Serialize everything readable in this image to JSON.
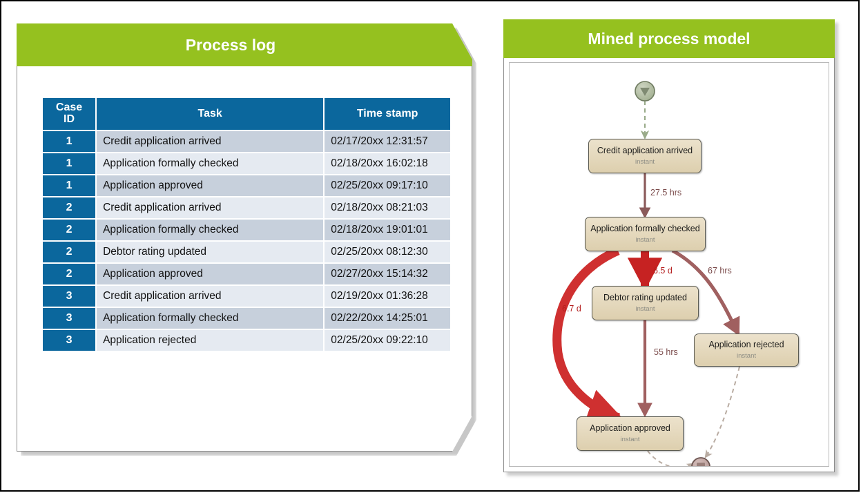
{
  "figure": {
    "left_panel": {
      "title": "Process log",
      "header_color": "#95c11f",
      "table": {
        "columns": [
          "Case ID",
          "Task",
          "Time stamp"
        ],
        "column_case_line1": "Case",
        "column_case_line2": "ID",
        "column_task": "Task",
        "column_timestamp": "Time stamp",
        "header_color": "#0b679d",
        "rows": [
          {
            "case": "1",
            "task": "Credit application  arrived",
            "timestamp": "02/17/20xx 12:31:57"
          },
          {
            "case": "1",
            "task": "Application  formally checked",
            "timestamp": "02/18/20xx 16:02:18"
          },
          {
            "case": "1",
            "task": "Application  approved",
            "timestamp": "02/25/20xx 09:17:10"
          },
          {
            "case": "2",
            "task": "Credit application  arrived",
            "timestamp": "02/18/20xx 08:21:03"
          },
          {
            "case": "2",
            "task": "Application  formally checked",
            "timestamp": "02/18/20xx 19:01:01"
          },
          {
            "case": "2",
            "task": "Debtor rating updated",
            "timestamp": "02/25/20xx 08:12:30"
          },
          {
            "case": "2",
            "task": "Application  approved",
            "timestamp": "02/27/20xx 15:14:32"
          },
          {
            "case": "3",
            "task": "Credit application  arrived",
            "timestamp": "02/19/20xx 01:36:28"
          },
          {
            "case": "3",
            "task": "Application  formally checked",
            "timestamp": "02/22/20xx 14:25:01"
          },
          {
            "case": "3",
            "task": "Application  rejected",
            "timestamp": "02/25/20xx 09:22:10"
          }
        ]
      }
    },
    "right_panel": {
      "title": "Mined process model",
      "header_color": "#95c11f",
      "start_node": "start-event",
      "end_node": "end-event",
      "nodes": [
        {
          "id": "credit_application_arrived",
          "title": "Credit application arrived",
          "subtitle": "instant"
        },
        {
          "id": "application_formally_checked",
          "title": "Application formally checked",
          "subtitle": "instant"
        },
        {
          "id": "debtor_rating_updated",
          "title": "Debtor rating updated",
          "subtitle": "instant"
        },
        {
          "id": "application_rejected",
          "title": "Application rejected",
          "subtitle": "instant"
        },
        {
          "id": "application_approved",
          "title": "Application approved",
          "subtitle": "instant"
        }
      ],
      "edges": [
        {
          "from": "start-event",
          "to": "credit_application_arrived",
          "label": "",
          "style": "dashed"
        },
        {
          "from": "credit_application_arrived",
          "to": "application_formally_checked",
          "label": "27.5 hrs",
          "color": "#8a5a5a"
        },
        {
          "from": "application_formally_checked",
          "to": "debtor_rating_updated",
          "label": "6.5 d",
          "color": "#c62222"
        },
        {
          "from": "application_formally_checked",
          "to": "application_rejected",
          "label": "67 hrs",
          "color": "#a06060"
        },
        {
          "from": "application_formally_checked",
          "to": "application_approved",
          "label": "6.7 d",
          "color": "#cf3030"
        },
        {
          "from": "debtor_rating_updated",
          "to": "application_approved",
          "label": "55 hrs",
          "color": "#a06060"
        },
        {
          "from": "application_approved",
          "to": "end-event",
          "label": "",
          "style": "dashed"
        },
        {
          "from": "application_rejected",
          "to": "end-event",
          "label": "",
          "style": "dashed"
        }
      ]
    }
  }
}
